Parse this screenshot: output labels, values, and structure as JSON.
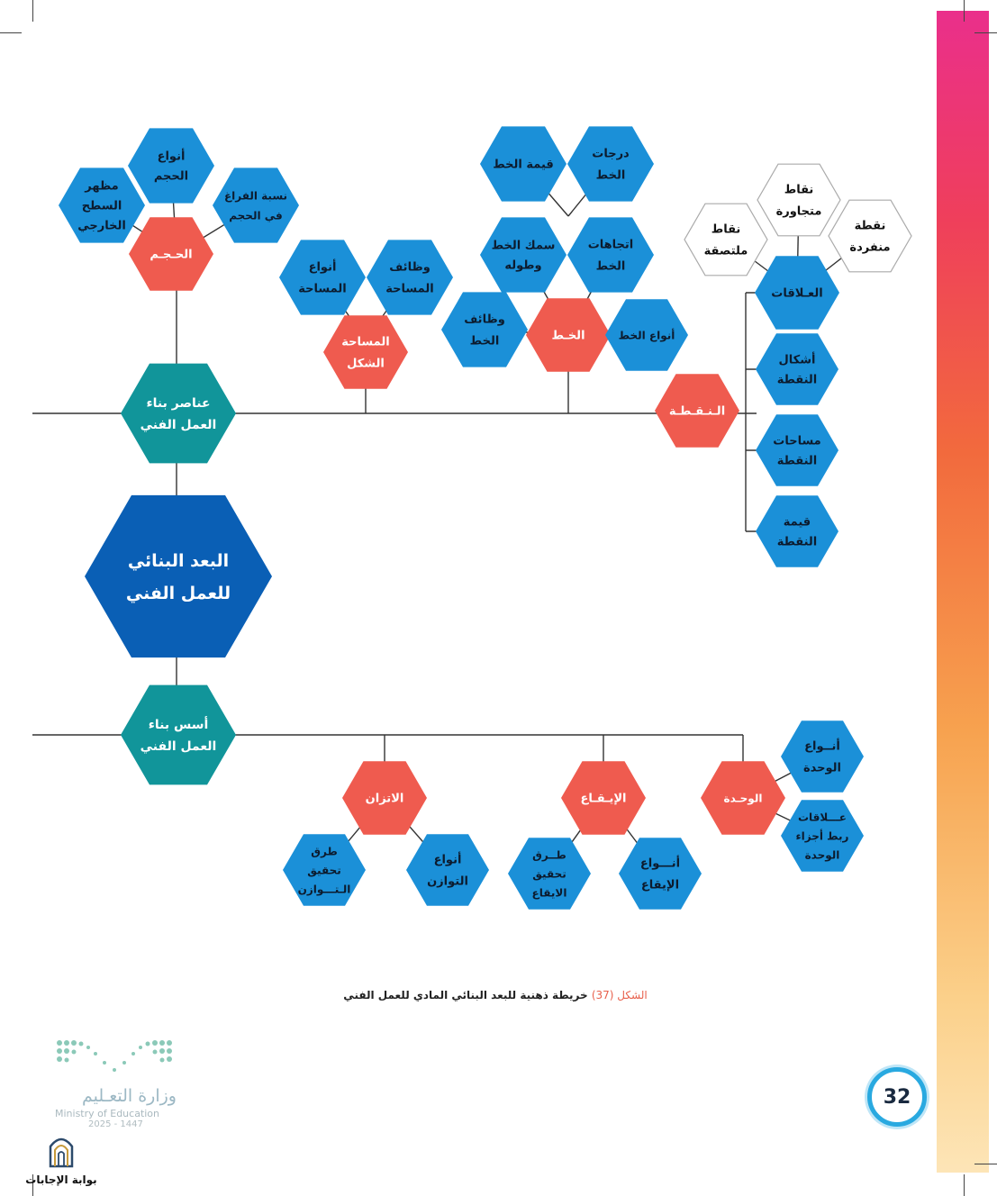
{
  "colors": {
    "main": "#0a5fb5",
    "category": "#11959a",
    "sub": "#ef5b4f",
    "leaf": "#1b90d8",
    "outline_leaf_stroke": "#aaaaaa",
    "line": "#333333",
    "strip_top": "#ea2f8b",
    "strip_bottom": "#fde5b7"
  },
  "diagram": {
    "main": {
      "lines": [
        "البعد البنائي",
        "للعمل الفني"
      ]
    },
    "elements_branch": {
      "lines": [
        "عناصر بناء",
        "العمل الفني"
      ]
    },
    "foundations_branch": {
      "lines": [
        "أسس بناء",
        "العمل الفني"
      ]
    },
    "volume": {
      "lines": [
        "الحـجـم"
      ]
    },
    "volume_types": {
      "lines": [
        "أنواع",
        "الحجم"
      ]
    },
    "volume_surface": {
      "lines": [
        "مظهر",
        "السطح",
        "الخارجي"
      ]
    },
    "volume_void": {
      "lines": [
        "نسبة الفراغ",
        "في الحجم"
      ]
    },
    "area_shape": {
      "lines": [
        "المساحة",
        "الشكل"
      ]
    },
    "area_types": {
      "lines": [
        "أنواع",
        "المساحة"
      ]
    },
    "area_functions": {
      "lines": [
        "وظائف",
        "المساحة"
      ]
    },
    "line_node": {
      "lines": [
        "الخـط"
      ]
    },
    "line_value": {
      "lines": [
        "قيمة الخط"
      ]
    },
    "line_degrees": {
      "lines": [
        "درجات",
        "الخط"
      ]
    },
    "line_thickness": {
      "lines": [
        "سمك الخط",
        "وطوله"
      ]
    },
    "line_directions": {
      "lines": [
        "اتجاهات",
        "الخط"
      ]
    },
    "line_functions": {
      "lines": [
        "وظائف",
        "الخط"
      ]
    },
    "line_types": {
      "lines": [
        "أنواع الخط"
      ]
    },
    "point": {
      "lines": [
        "الـنـقـطـة"
      ]
    },
    "point_relations": {
      "lines": [
        "العـلاقات"
      ]
    },
    "points_adjacent": {
      "lines": [
        "نقاط",
        "متجاورة"
      ]
    },
    "points_attached": {
      "lines": [
        "نقاط",
        "ملتصقة"
      ]
    },
    "point_single": {
      "lines": [
        "نقطة",
        "منفردة"
      ]
    },
    "point_shapes": {
      "lines": [
        "أشكال",
        "النقطة"
      ]
    },
    "point_areas": {
      "lines": [
        "مساحات",
        "النقطة"
      ]
    },
    "point_value": {
      "lines": [
        "قيمة",
        "النقطة"
      ]
    },
    "balance": {
      "lines": [
        "الاتزان"
      ]
    },
    "balance_methods": {
      "lines": [
        "طرق",
        "تحقيق",
        "الـتـــوازن"
      ]
    },
    "balance_types": {
      "lines": [
        "أنواع",
        "التوازن"
      ]
    },
    "rhythm": {
      "lines": [
        "الإيـقـاع"
      ]
    },
    "rhythm_methods": {
      "lines": [
        "طــرق",
        "تحقيق",
        "الايقاع"
      ]
    },
    "rhythm_types": {
      "lines": [
        "أنـــواع",
        "الإيقاع"
      ]
    },
    "unity": {
      "lines": [
        "الوحـدة"
      ]
    },
    "unity_types": {
      "lines": [
        "أنــواع",
        "الوحدة"
      ]
    },
    "unity_relations": {
      "lines": [
        "عـــلاقات",
        "ربط أجزاء",
        "الوحدة"
      ]
    }
  },
  "caption": {
    "figure": "الشكل (37)",
    "text": "خريطة ذهنية للبعد البنائي المادي للعمل الفني"
  },
  "page_number": "32",
  "ministry": {
    "arabic": "وزارة التعـليم",
    "english": "Ministry of Education",
    "year": "2025 - 1447"
  },
  "watermark": "بوابة الإجابات"
}
